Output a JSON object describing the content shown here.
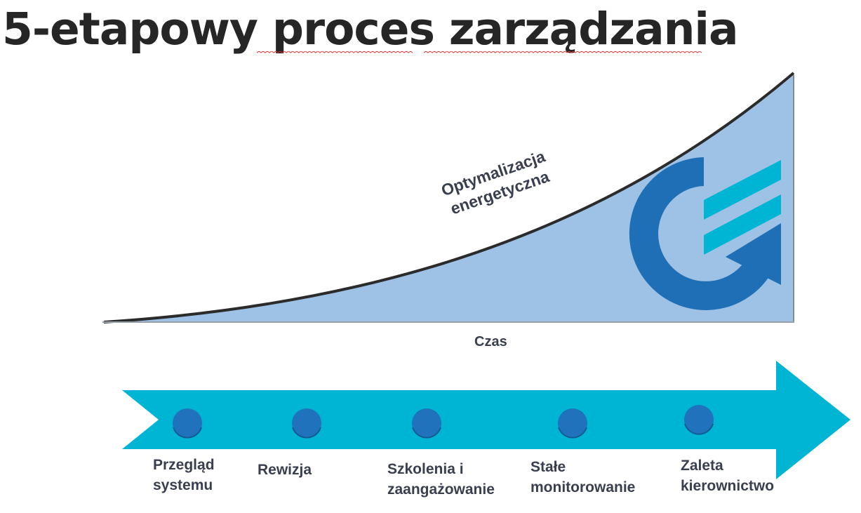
{
  "title": "5-etapowy proces zarządzania",
  "chart": {
    "curve_label_line1": "Optymalizacja",
    "curve_label_line2": "energetyczna",
    "x_axis_label": "Czas",
    "area_color": "#9dc2e5",
    "logo_dark_color": "#1e6fb5",
    "logo_light_color": "#00b5d4"
  },
  "timeline": {
    "arrow_color": "#00b4d4",
    "dot_color": "#1f72bb",
    "steps": [
      {
        "line1": "Przegląd",
        "line2": "systemu"
      },
      {
        "line1": "Rewizja",
        "line2": ""
      },
      {
        "line1": "Szkolenia i",
        "line2": "zaangażowanie"
      },
      {
        "line1": "Stałe",
        "line2": "monitorowanie"
      },
      {
        "line1": "Zaleta",
        "line2": "kierownictwo"
      }
    ]
  }
}
